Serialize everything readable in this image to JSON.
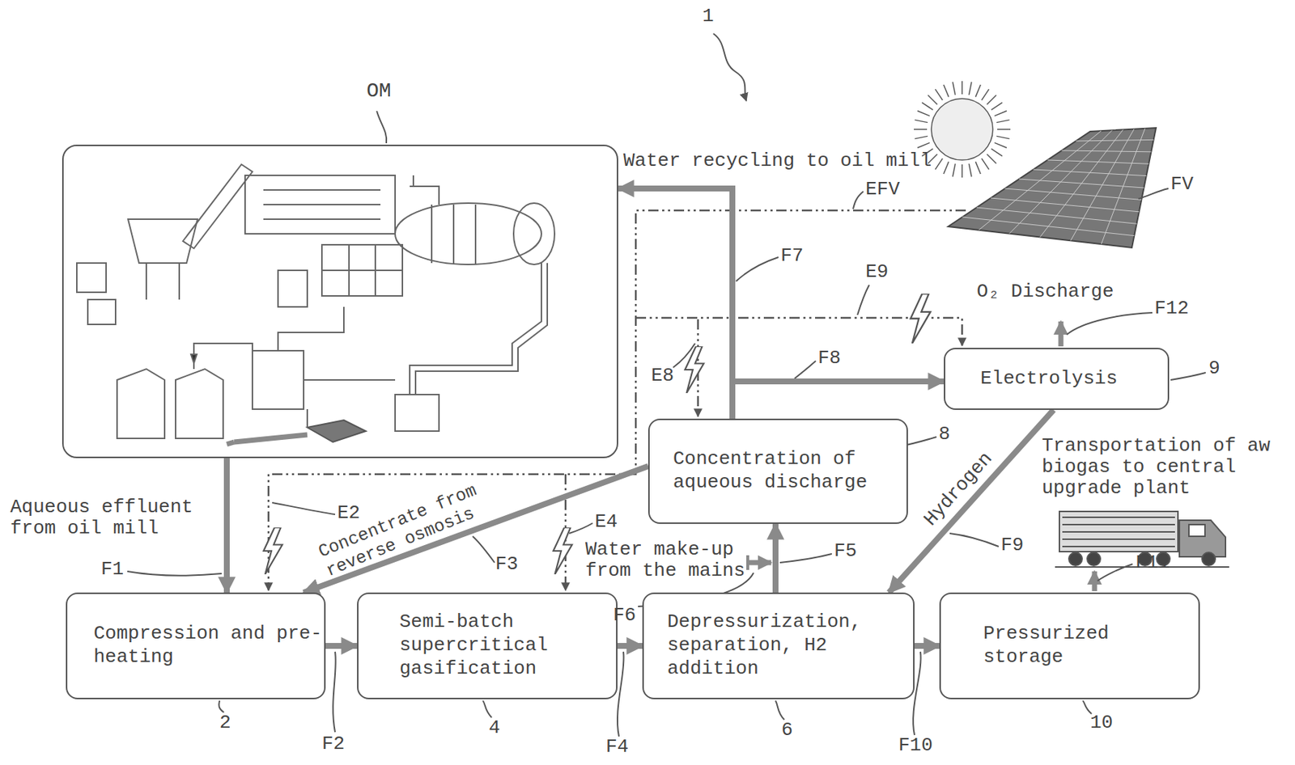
{
  "diagram": {
    "nodes": [
      {
        "text": [
          "OM"
        ]
      },
      {
        "text": [
          "Compression and pre-heating"
        ]
      },
      {
        "text": [
          "Semi-batch supercritical gasification"
        ]
      },
      {
        "text": [
          "Depressurization, separation, H2 addition"
        ]
      },
      {
        "text": [
          "Pressurized storage"
        ]
      },
      {
        "text": [
          "Concentration of aqueous discharge"
        ]
      },
      {
        "text": [
          "Electrolysis"
        ]
      }
    ],
    "edges": [
      {
        "from": 0,
        "to": 1,
        "arrow": "to"
      },
      {
        "from": 1,
        "to": 2,
        "arrow": "to"
      },
      {
        "from": 2,
        "to": 3,
        "arrow": "to"
      },
      {
        "from": 3,
        "to": 4,
        "arrow": "to"
      },
      {
        "from": 3,
        "to": 5,
        "arrow": "to"
      },
      {
        "from": 5,
        "to": 0,
        "label": "Water recycling to oil mill",
        "arrow": "to"
      },
      {
        "from": 5,
        "to": 6,
        "arrow": "to"
      },
      {
        "from": 6,
        "to": 3,
        "label": "Hydrogen",
        "arrow": "to"
      },
      {
        "from": 5,
        "to": 1,
        "label": "Concentrate from reverse osmosis",
        "arrow": "to"
      }
    ],
    "labels": [
      "1",
      "FV",
      "EFV",
      "F7",
      "E9",
      "O₂ Discharge",
      "F12",
      "E8",
      "F8",
      "9",
      "8",
      "Transportation of aw biogas to central upgrade plant",
      "E2",
      "F5",
      "F9",
      "Aqueous effluent from oil mill",
      "F1",
      "F3",
      "E4",
      "Water make-up from the mains",
      "F6",
      "F11",
      "F2",
      "F4",
      "F10",
      "2",
      "4",
      "6",
      "10"
    ]
  }
}
